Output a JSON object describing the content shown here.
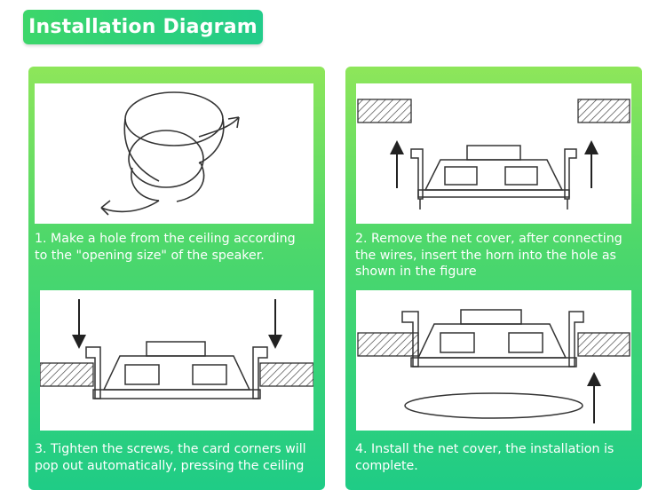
{
  "title": "Installation Diagram",
  "steps": [
    {
      "caption_lines": [
        "1. Make a hole from the ceiling according",
        "to the \"opening size\" of the speaker."
      ]
    },
    {
      "caption_lines": [
        "2. Remove the net cover, after connecting",
        "the wires, insert the horn into the hole as",
        "shown in the figure"
      ]
    },
    {
      "caption_lines": [
        "3. Tighten the screws, the card corners will",
        "pop out automatically, pressing the ceiling"
      ]
    },
    {
      "caption_lines": [
        "4. Install the net cover, the installation is",
        "complete."
      ]
    }
  ],
  "colors": {
    "accent_start": "#3cd66a",
    "accent_end": "#22cc8a",
    "panel_top": "#8ee65a",
    "panel_bottom": "#1fcc86"
  }
}
